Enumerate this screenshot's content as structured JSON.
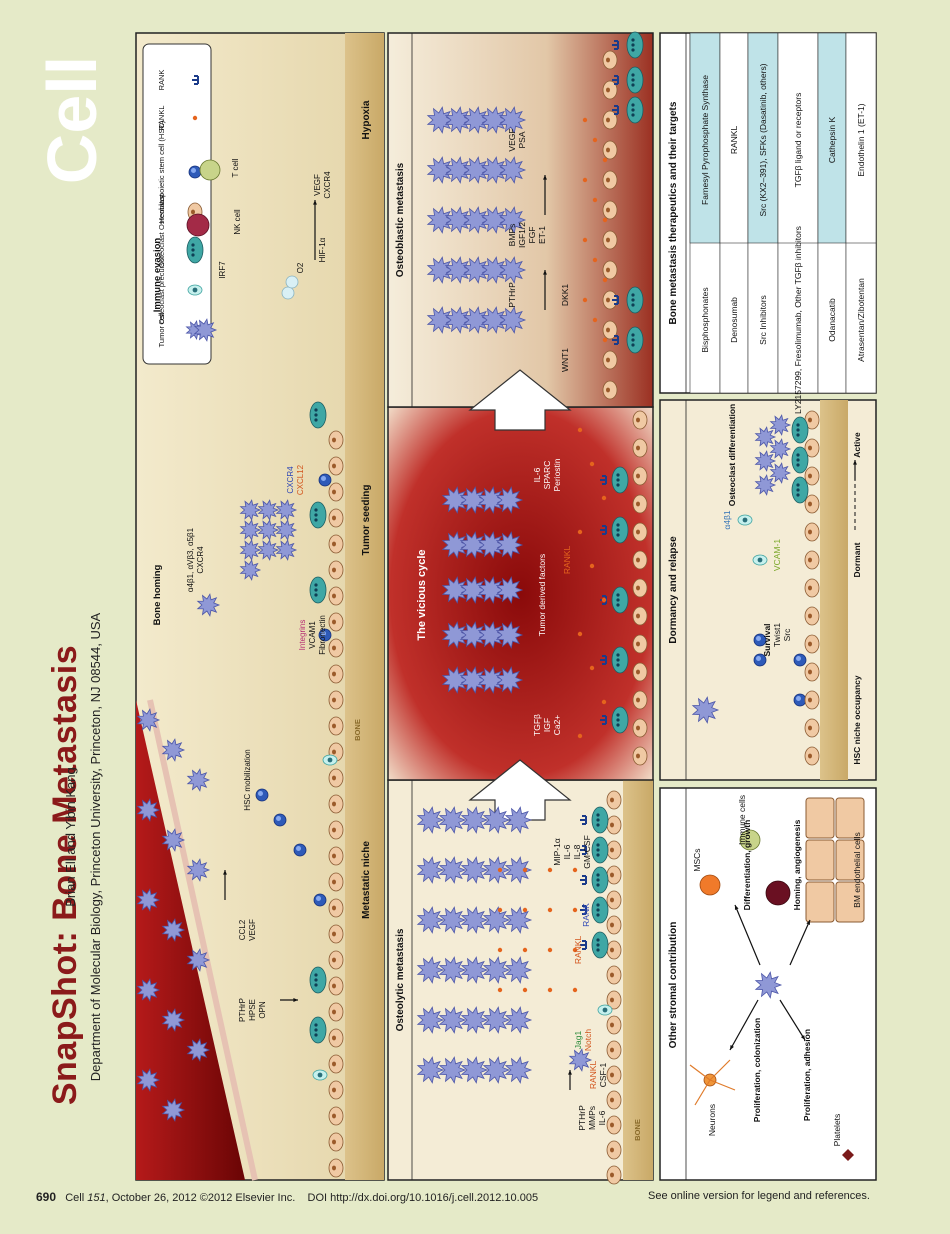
{
  "brand": "Cell",
  "title": "SnapShot: Bone Metastasis",
  "authors": "Brian Ell and Yibin Kang",
  "affiliation": "Department of Molecular Biology, Princeton University, Princeton, NJ 08544, USA",
  "footer": {
    "page": "690",
    "journal_prefix": "Cell ",
    "volume": "151",
    "citation": ", October 26, 2012 ©2012 Elsevier Inc.",
    "doi": "DOI http://dx.doi.org/10.1016/j.cell.2012.10.005",
    "note": "See online version for legend and references."
  },
  "legend": [
    "Tumor cell",
    "Osteoclast precursor",
    "Osteoclast",
    "Osteoblast",
    "Hematopoietic stem cell (HSC)",
    "RANKL",
    "RANK"
  ],
  "panels": {
    "niche": {
      "section_labels": [
        "Metastatic niche",
        "Tumor seeding",
        "Hypoxia"
      ],
      "bone_label": "BONE",
      "homing": {
        "title": "Bone homing",
        "line1": "α4β1, αVβ3, α5β1",
        "line2": "CXCR4"
      },
      "evasion": {
        "title": "Immune evasion",
        "irf7": "IRF7",
        "nk": "NK cell",
        "t": "T cell"
      },
      "hypoxia": {
        "o2": "O2",
        "hif": "HIF-1α",
        "vegf": "VEGF",
        "cxcr4": "CXCR4"
      },
      "niche_factors": [
        "PTHrP",
        "HPSE",
        "OPN"
      ],
      "ccl2": [
        "CCL2",
        "VEGF"
      ],
      "hsc_mobilization": "HSC mobilization",
      "seeding_left": [
        "Integrins",
        "VCAM1",
        "Fibronectin"
      ],
      "seeding_right": [
        "CXCR4",
        "CXCL12"
      ]
    },
    "osteolytic": {
      "title": "Osteolytic metastasis",
      "factors_left": [
        "PTHrP",
        "MMPs",
        "IL-6"
      ],
      "factors_mid": [
        "MIP-1α",
        "IL-6",
        "IL-8",
        "GM-CSF"
      ],
      "rankl": "RANKL",
      "csf": "CSF-1",
      "jag": "Jag1",
      "notch": "Notch",
      "rankl2": "RANKL",
      "rank": "RANK",
      "bone": "BONE"
    },
    "vicious": {
      "title": "The vicious cycle",
      "left": [
        "TGFβ",
        "IGF",
        "Ca2+"
      ],
      "mid": "Tumor derived factors",
      "right": [
        "IL-6",
        "SPARC",
        "Periostin"
      ],
      "rankl": "RANKL"
    },
    "osteoblastic": {
      "title": "Osteoblastic metastasis",
      "wnt": "WNT1",
      "pthrp": "PTHrP",
      "dkk": "DKK1",
      "bmps": [
        "BMPs",
        "IGF1/2",
        "FGF",
        "ET-1"
      ],
      "vegf": [
        "VEGF",
        "PSA"
      ]
    },
    "stromal": {
      "title": "Other stromal contribution",
      "neurons": "Neurons",
      "prolif_col": "Proliferation, colonization",
      "prolif_adh": "Proliferation, adhesion",
      "platelets": "Platelets",
      "mscs": "MSCs",
      "diff": "Differentiation, growth",
      "immune": "Immune cells",
      "homing": "Homing, angiogenesis",
      "bm": "BM endothelial cells"
    },
    "dormancy": {
      "title": "Dormancy and relapse",
      "hsc": "HSC niche occupancy",
      "survival": "Survival",
      "twist": "Twist1",
      "src": "Src",
      "vcam": "VCAM-1",
      "a4": "α4β1",
      "oc_diff": "Osteoclast differentiation",
      "dormant": "Dormant",
      "active": "Active"
    },
    "therapeutics": {
      "title": "Bone metastasis therapeutics and their targets",
      "rows": [
        [
          "Bisphosphonates",
          "Farnesyl Pyrophosphate Synthase"
        ],
        [
          "Denosumab",
          "RANKL"
        ],
        [
          "Src Inhibitors",
          "Src (KX2–391), SFKs (Dasatinib, others)"
        ],
        [
          "LY2157299, Fresolimumab, Other TGFβ inhibitors",
          "TGFβ ligand or receptors"
        ],
        [
          "Odanacatib",
          "Cathepsin K"
        ],
        [
          "Atrasentan/Zibotentan",
          "Endothelin 1 (ET-1)"
        ]
      ]
    }
  }
}
